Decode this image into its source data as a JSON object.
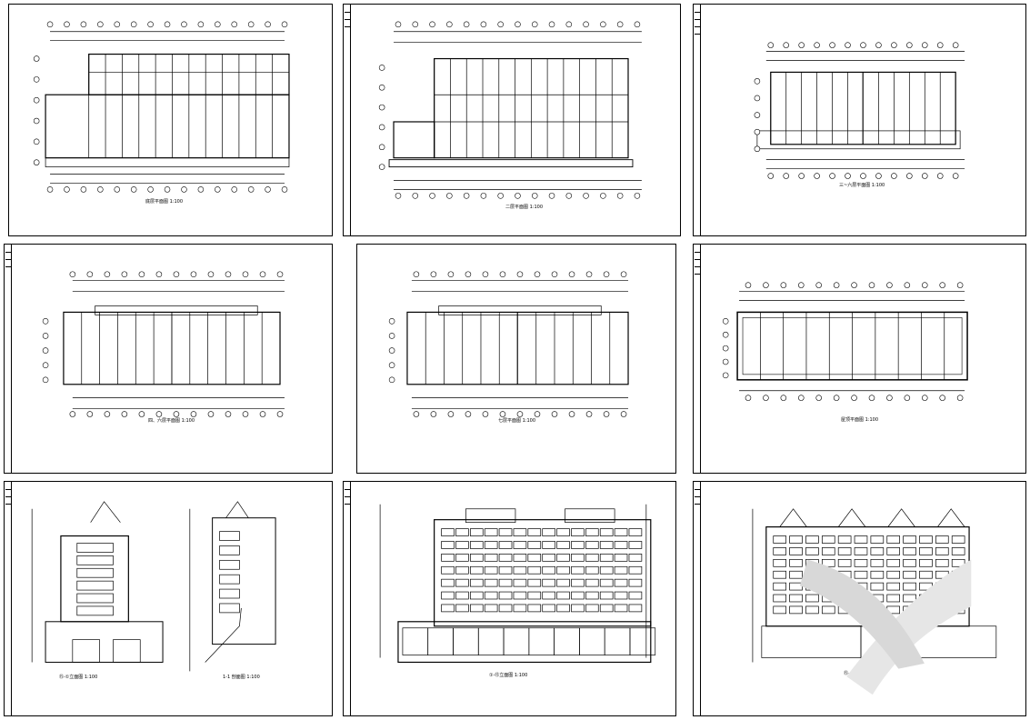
{
  "colors": {
    "line": "#000000",
    "paper": "#ffffff"
  },
  "sheets": [
    {
      "id": "s1",
      "caption": "底层平面图  1:100",
      "sub": "",
      "kind": "plan-ground"
    },
    {
      "id": "s2",
      "caption": "二层平面图  1:100",
      "sub": "",
      "kind": "plan-second"
    },
    {
      "id": "s3",
      "caption": "三~六层平面图  1:100",
      "sub": "",
      "kind": "plan-typical"
    },
    {
      "id": "s4",
      "caption": "四、六层平面图  1:100",
      "sub": "",
      "kind": "plan-typical"
    },
    {
      "id": "s5",
      "caption": "七层平面图  1:100",
      "sub": "",
      "kind": "plan-typical"
    },
    {
      "id": "s6",
      "caption": "屋顶平面图  1:100",
      "sub": "",
      "kind": "plan-roof"
    },
    {
      "id": "s7",
      "caption": "⑮-①立面图  1:100",
      "caption2": "1-1 剖面图  1:100",
      "kind": "side-elevation-section"
    },
    {
      "id": "s8",
      "caption": "①-⑮立面图  1:100",
      "sub": "",
      "kind": "front-elevation"
    },
    {
      "id": "s9",
      "caption": "⑮-①立面图  1:100",
      "sub": "",
      "kind": "rear-elevation"
    }
  ]
}
